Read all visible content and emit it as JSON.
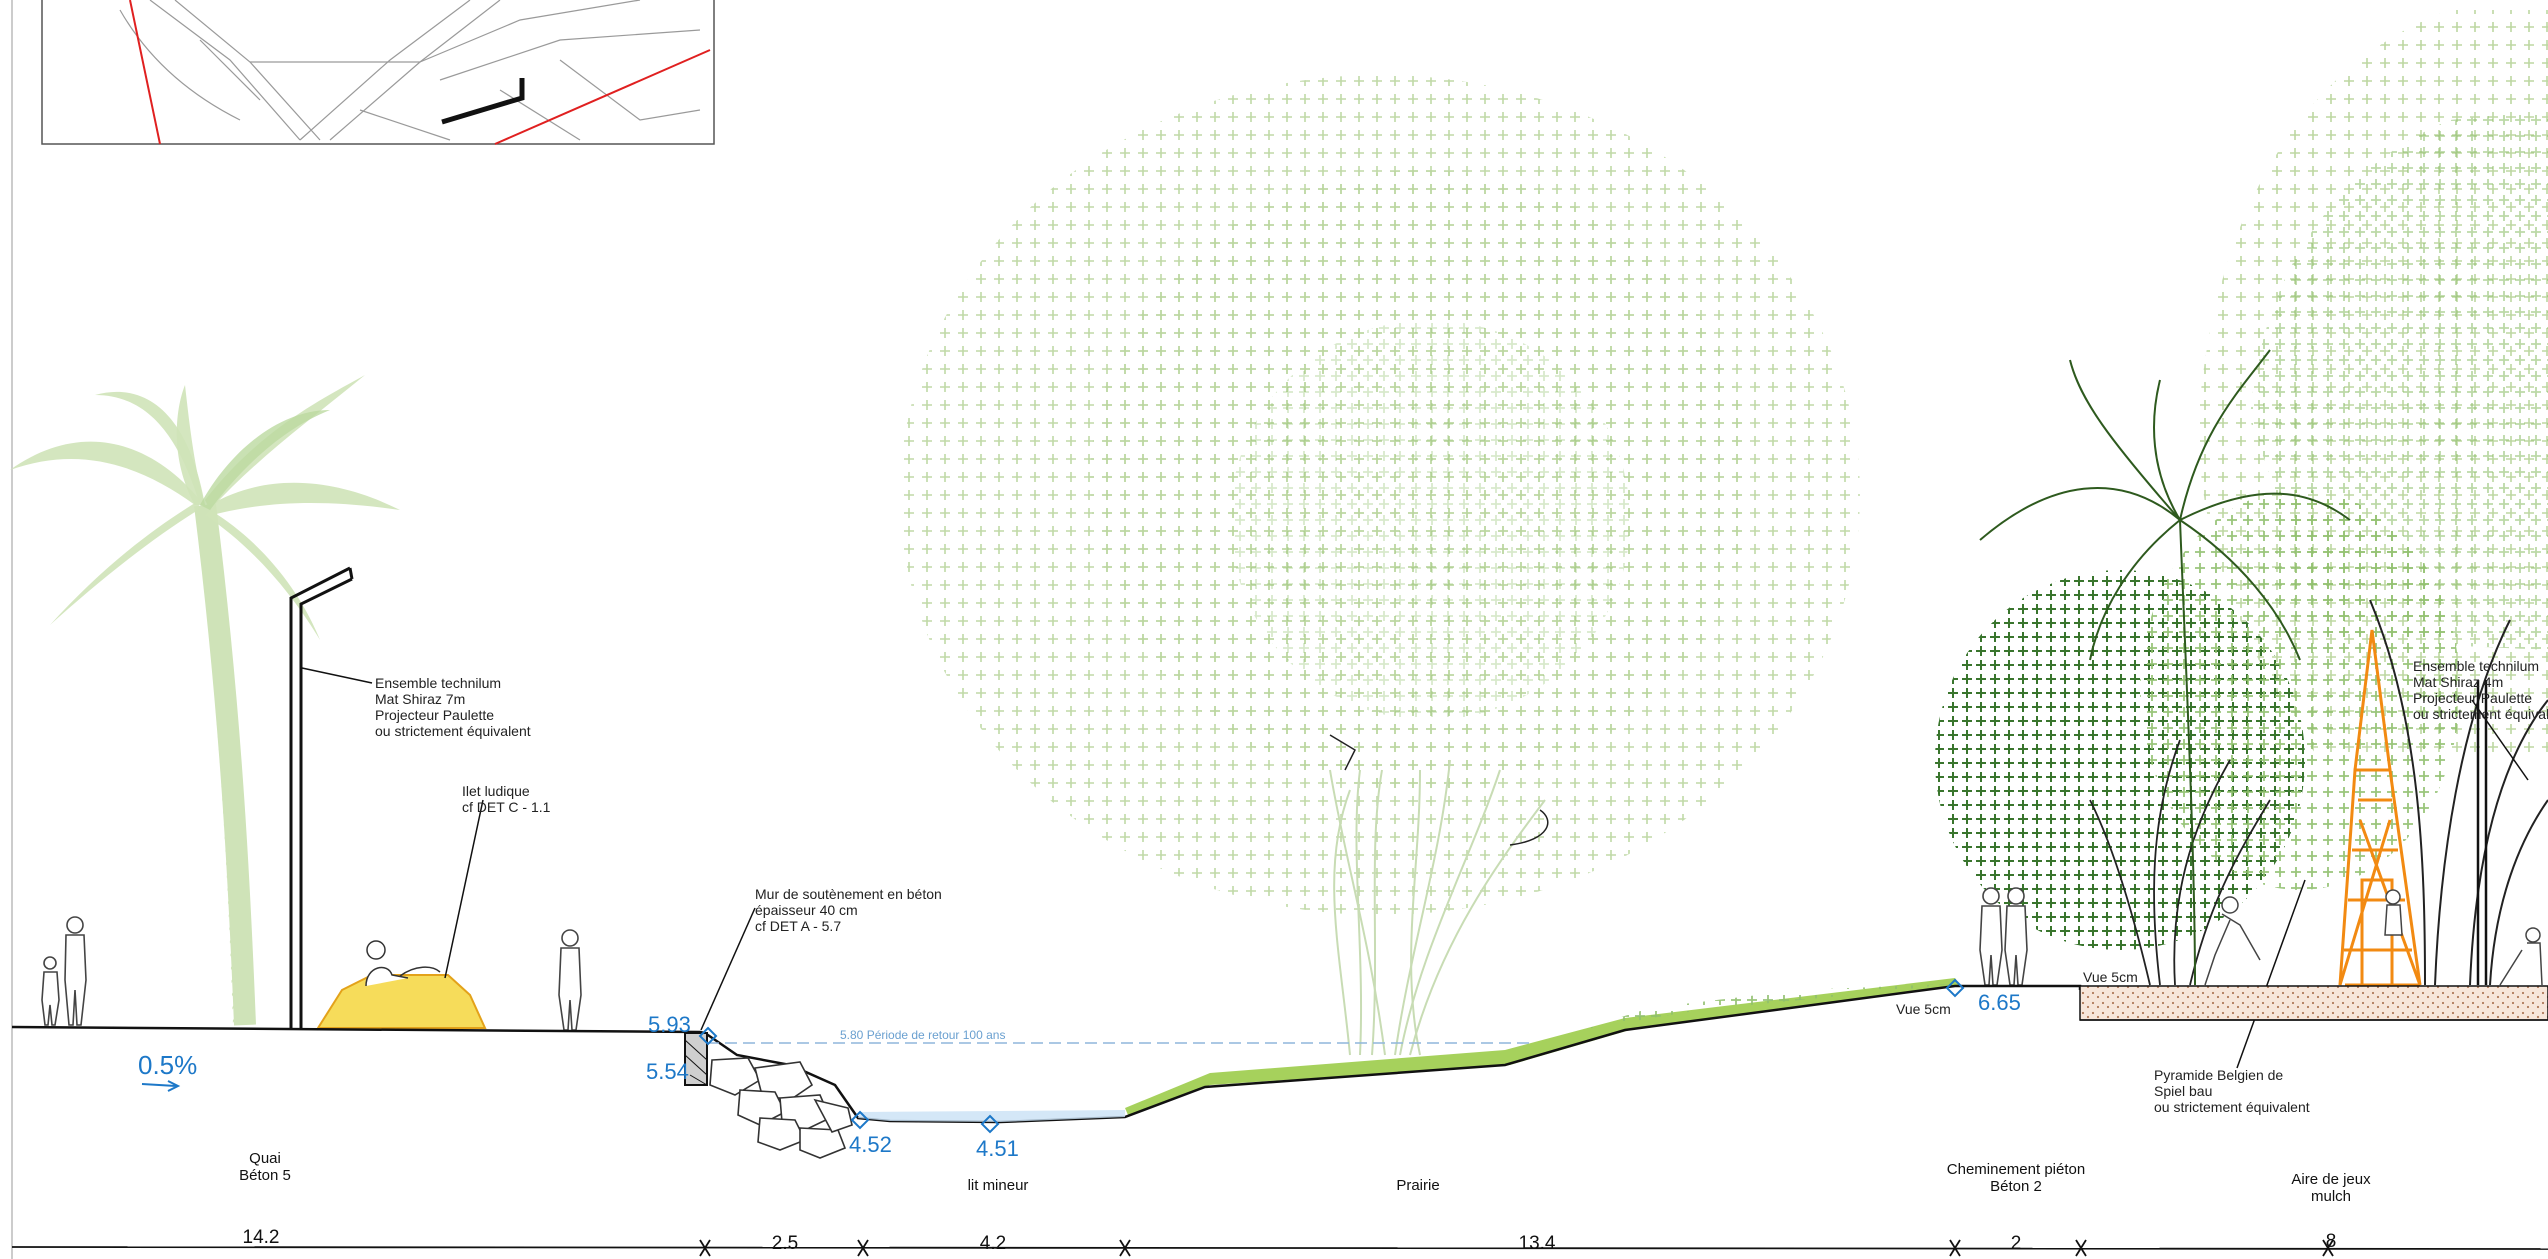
{
  "annotations": {
    "lighting_left": [
      "Ensemble technilum",
      "Mat Shiraz 7m",
      "Projecteur Paulette",
      "ou strictement équivalent"
    ],
    "ilet": [
      "Ilet ludique",
      "cf DET C - 1.1"
    ],
    "retaining_wall": [
      "Mur de soutènement en béton",
      "épaisseur 40 cm",
      "cf DET A - 5.7"
    ],
    "lighting_right": [
      "Ensemble technilum",
      "Mat Shiraz 4m",
      "Projecteur Paulette",
      "ou strictement équivalent"
    ],
    "pyramid": [
      "Pyramide Belgien de",
      "Spiel bau",
      "ou strictement équivalent"
    ]
  },
  "flood_line": "5.80  Période de retour 100 ans",
  "view_labels": {
    "vue_a": "Vue 5cm",
    "vue_b": "Vue 5cm"
  },
  "elevations": {
    "e593": "5.93",
    "e554": "5.54",
    "e452": "4.52",
    "e451": "4.51",
    "e665": "6.65"
  },
  "slope": "0.5%",
  "zones": {
    "quai": [
      "Quai",
      "Béton 5"
    ],
    "lit_mineur": [
      "lit mineur"
    ],
    "prairie": [
      "Prairie"
    ],
    "cheminement": [
      "Cheminement piéton",
      "Béton 2"
    ],
    "aire_jeux": [
      "Aire de jeux",
      "mulch"
    ]
  },
  "dimensions": {
    "d1": "14.2",
    "d2": "2.5",
    "d3": "4.2",
    "d4": "13.4",
    "d5": "2",
    "d6": "8"
  },
  "colors": {
    "line": "#1a1a1a",
    "elevation_blue": "#1d78c8",
    "palm_green": "#cfe3b8",
    "tree_light": "#b7d39a",
    "tree_dark": "#2e6b1e",
    "grass": "#9ccc4a",
    "play_orange": "#f28a12",
    "ilet_yellow": "#f6dc5a",
    "map_red": "#e02020"
  }
}
